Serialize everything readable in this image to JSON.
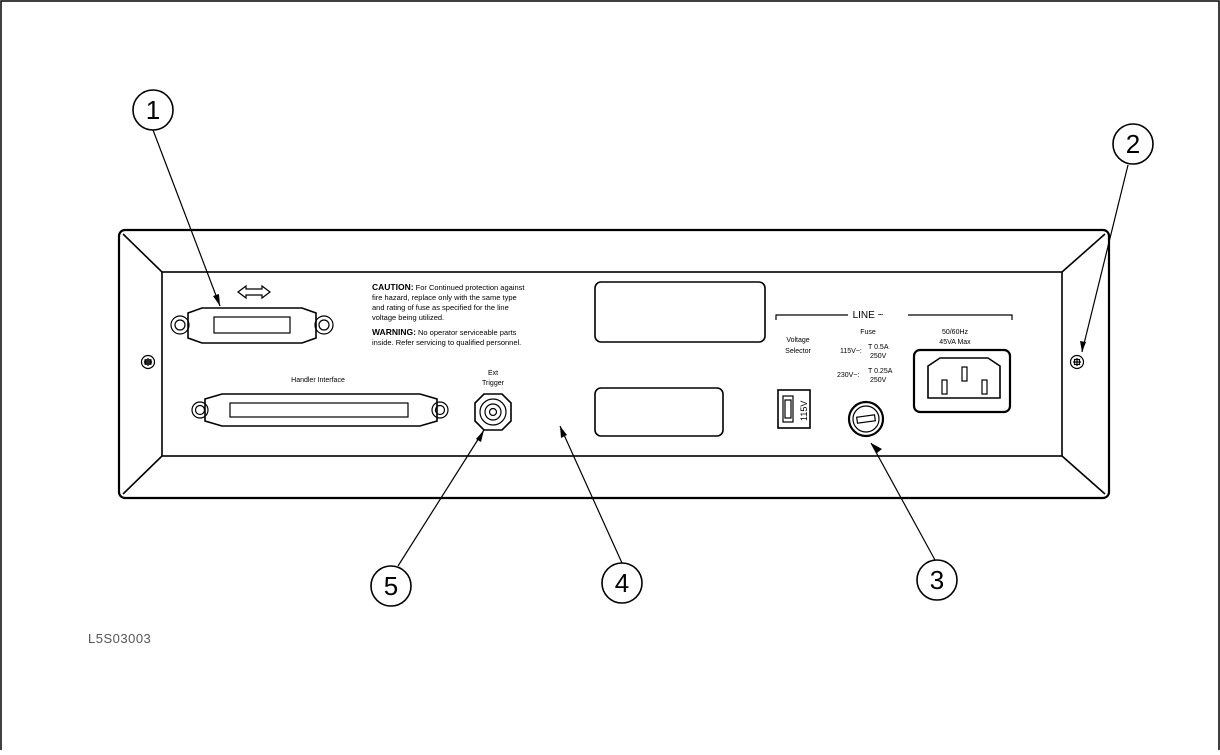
{
  "figure_id": "L5S03003",
  "callouts": [
    {
      "number": "1",
      "target": "GPIB connector"
    },
    {
      "number": "2",
      "target": "Panel screw"
    },
    {
      "number": "3",
      "target": "Fuse holder"
    },
    {
      "number": "4",
      "target": "Rear panel"
    },
    {
      "number": "5",
      "target": "Ext Trigger connector"
    }
  ],
  "panel": {
    "caution_heading": "CAUTION:",
    "caution_lines": [
      "For Continued protection against",
      "fire  hazard,  replace only with  the same  type",
      "and  rating  of  fuse  as specified  for the  line",
      "voltage being utilized."
    ],
    "warning_heading": "WARNING:",
    "warning_lines": [
      "No  operator serviceable  parts",
      "inside.   Refer  servicing  to qualified personnel."
    ],
    "handler_interface_label": "Handler Interface",
    "ext_trigger_label_line1": "Ext",
    "ext_trigger_label_line2": "Trigger",
    "line_label": "LINE ~",
    "voltage_selector_line1": "Voltage",
    "voltage_selector_line2": "Selector",
    "voltage_selector_value": "115V",
    "fuse_label": "Fuse",
    "fuse_115_label": "115V~:",
    "fuse_115_rating_line1": "T 0.5A",
    "fuse_115_rating_line2": "250V",
    "fuse_230_label": "230V~:",
    "fuse_230_rating_line1": "T 0.25A",
    "fuse_230_rating_line2": "250V",
    "power_line1": "50/60Hz",
    "power_line2": "45VA Max"
  }
}
